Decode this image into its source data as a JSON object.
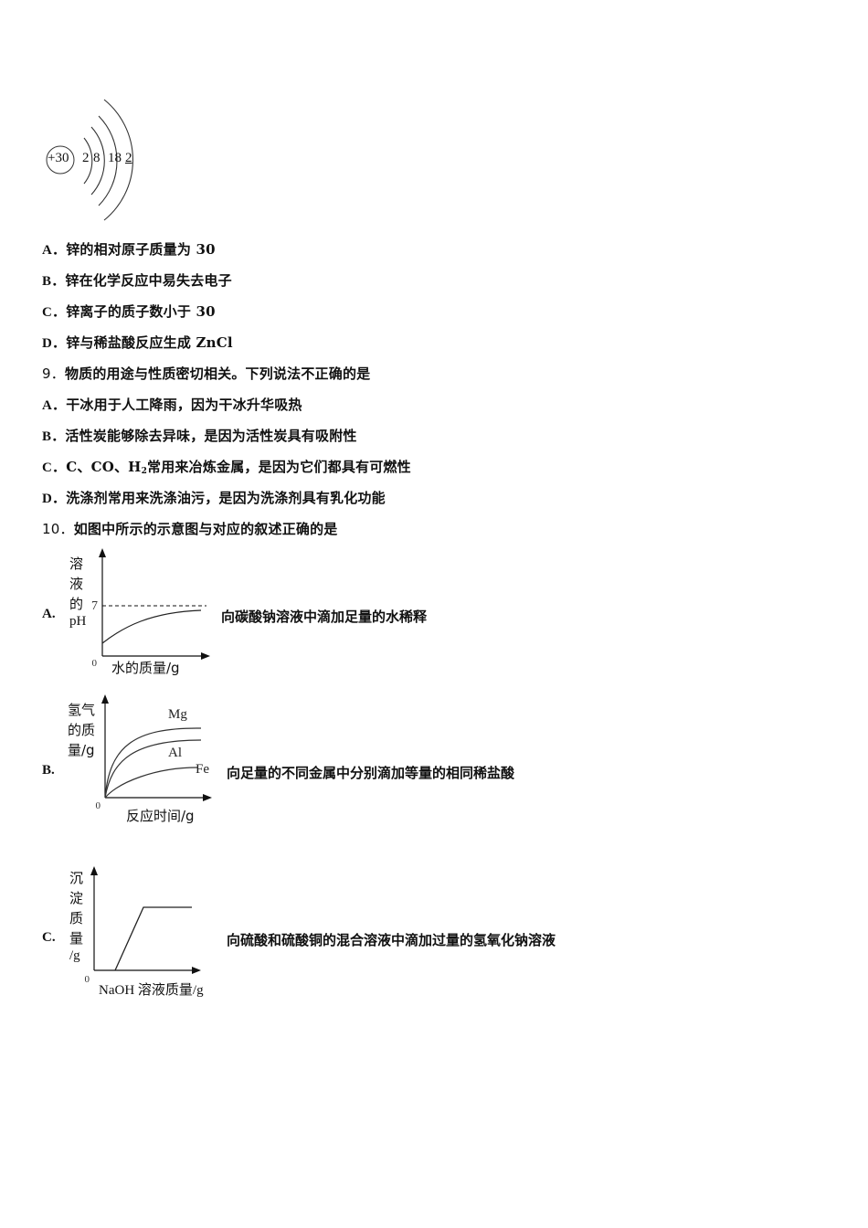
{
  "atom_diagram": {
    "nucleus": "+30",
    "shells": [
      "2",
      "8",
      "18",
      "2"
    ]
  },
  "q8_options": [
    {
      "label": "A．",
      "text": "锌的相对原子质量为 30"
    },
    {
      "label": "B．",
      "text": "锌在化学反应中易失去电子"
    },
    {
      "label": "C．",
      "text": "锌离子的质子数小于 30"
    },
    {
      "label": "D．",
      "text": "锌与稀盐酸反应生成 ZnCl"
    }
  ],
  "q9": {
    "number": "9．",
    "stem": "物质的用途与性质密切相关。下列说法不正确的是",
    "options": [
      {
        "label": "A．",
        "text": "干冰用于人工降雨，因为干冰升华吸热"
      },
      {
        "label": "B．",
        "text": "活性炭能够除去异味，是因为活性炭具有吸附性"
      },
      {
        "label": "C．",
        "text_pre": "C、CO、H",
        "sub": "2",
        "text_post": "常用来冶炼金属，是因为它们都具有可燃性"
      },
      {
        "label": "D．",
        "text": "洗涤剂常用来洗涤油污，是因为洗涤剂具有乳化功能"
      }
    ]
  },
  "q10": {
    "number": "10．",
    "stem": "如图中所示的示意图与对应的叙述正确的是",
    "options": [
      {
        "label": "A.",
        "description": "向碳酸钠溶液中滴加足量的水稀释"
      },
      {
        "label": "B.",
        "description": "向足量的不同金属中分别滴加等量的相同稀盐酸"
      },
      {
        "label": "C.",
        "description": "向硫酸和硫酸铜的混合溶液中滴加过量的氢氧化钠溶液"
      }
    ]
  },
  "chart_data": [
    {
      "type": "line",
      "title": "",
      "ylabel": "溶液的pH",
      "ylabel_lines": [
        "溶",
        "液",
        "的",
        "pH"
      ],
      "xlabel": "水的质量/g",
      "origin_label": "0",
      "reference_line": {
        "y": 7,
        "label": "7",
        "style": "dashed"
      },
      "series": [
        {
          "name": "pH",
          "x": [
            0,
            20,
            40,
            60,
            80,
            100
          ],
          "y": [
            2.5,
            4.6,
            5.7,
            6.3,
            6.6,
            6.7
          ]
        }
      ],
      "ylim": [
        0,
        10
      ],
      "grid": false,
      "legend": "none"
    },
    {
      "type": "line",
      "title": "",
      "ylabel": "氢气的质量/g",
      "ylabel_lines": [
        "氢气",
        "的质",
        "量/g"
      ],
      "xlabel": "反应时间/g",
      "origin_label": "0",
      "series": [
        {
          "name": "Mg",
          "x": [
            0,
            10,
            25,
            50,
            75,
            100
          ],
          "y": [
            0,
            55,
            72,
            80,
            81,
            81
          ]
        },
        {
          "name": "Al",
          "x": [
            0,
            10,
            25,
            50,
            75,
            100
          ],
          "y": [
            0,
            38,
            55,
            64,
            66,
            66
          ]
        },
        {
          "name": "Fe",
          "x": [
            0,
            10,
            25,
            50,
            75,
            100
          ],
          "y": [
            0,
            12,
            22,
            31,
            37,
            40
          ]
        }
      ],
      "grid": false,
      "legend": "inline-labels"
    },
    {
      "type": "line",
      "title": "",
      "ylabel": "沉淀质量/g",
      "ylabel_lines": [
        "沉",
        "淀",
        "质",
        "量",
        "/g"
      ],
      "xlabel": "NaOH 溶液质量/g",
      "origin_label": "0",
      "series": [
        {
          "name": "沉淀",
          "x": [
            0,
            20,
            45,
            100
          ],
          "y": [
            0,
            0,
            80,
            80
          ]
        }
      ],
      "grid": false,
      "legend": "none"
    }
  ]
}
